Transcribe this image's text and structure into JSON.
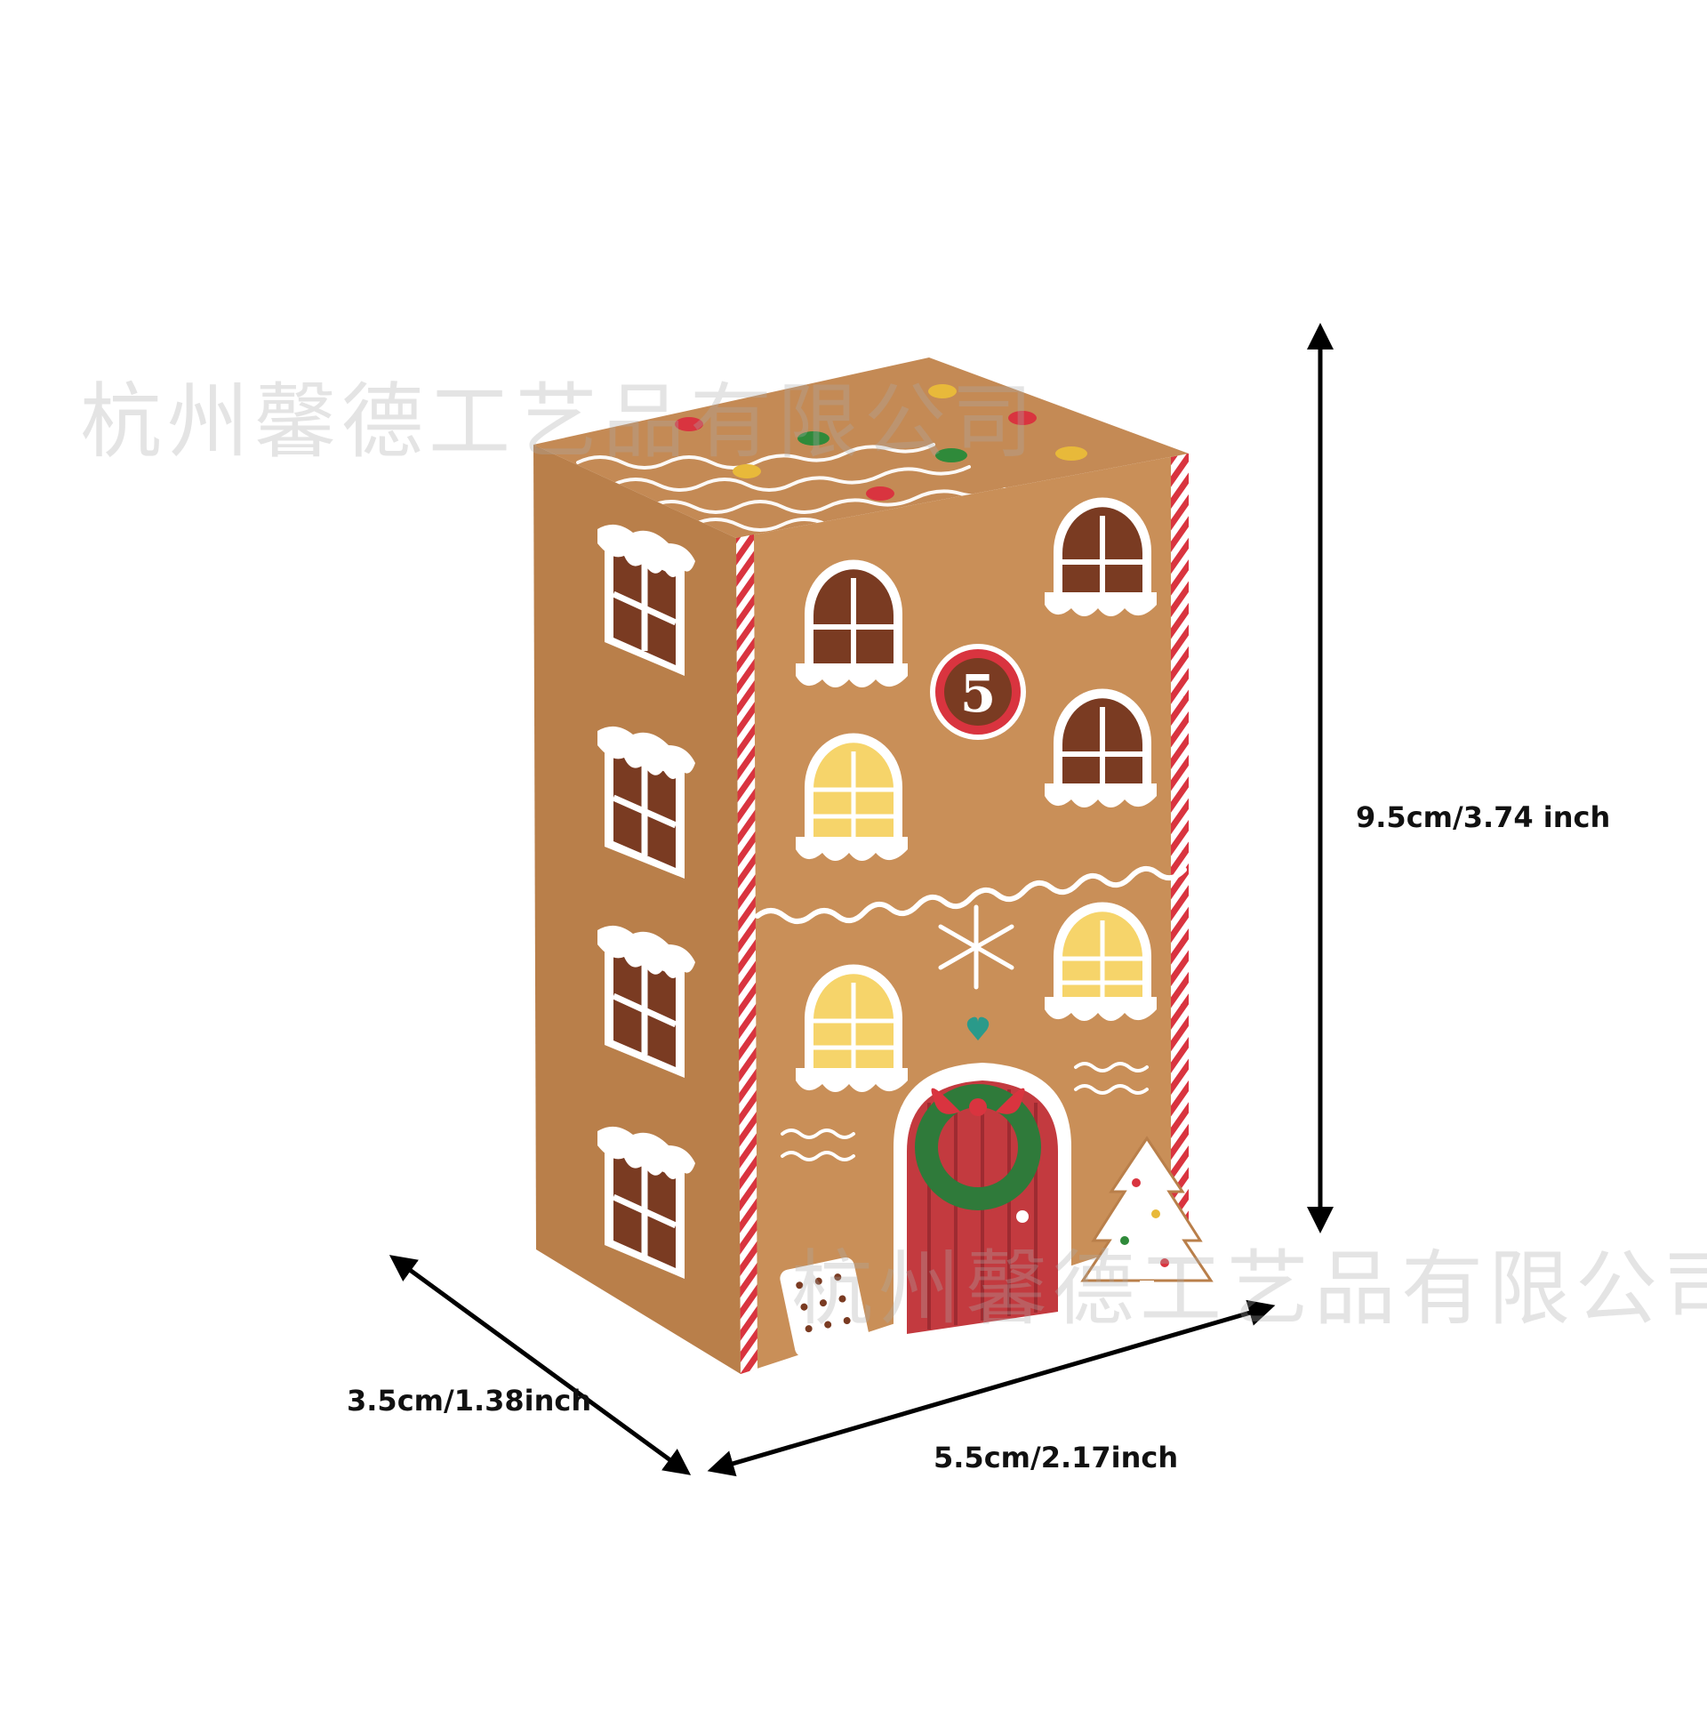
{
  "dimensions": {
    "height": "9.5cm/3.74 inch",
    "depth": "3.5cm/1.38inch",
    "width": "5.5cm/2.17inch"
  },
  "box": {
    "door_number": "5"
  },
  "watermark": {
    "text": "杭州馨德工艺品有限公司"
  },
  "colors": {
    "gingerbread": "#c98f58",
    "gingerbread_side": "#b97f4a",
    "window_dark": "#7a3b22",
    "window_lit": "#f6d46a",
    "icing": "#ffffff",
    "candy_red": "#d9343f",
    "wreath_green": "#2f7a3a",
    "arrow": "#000000"
  }
}
